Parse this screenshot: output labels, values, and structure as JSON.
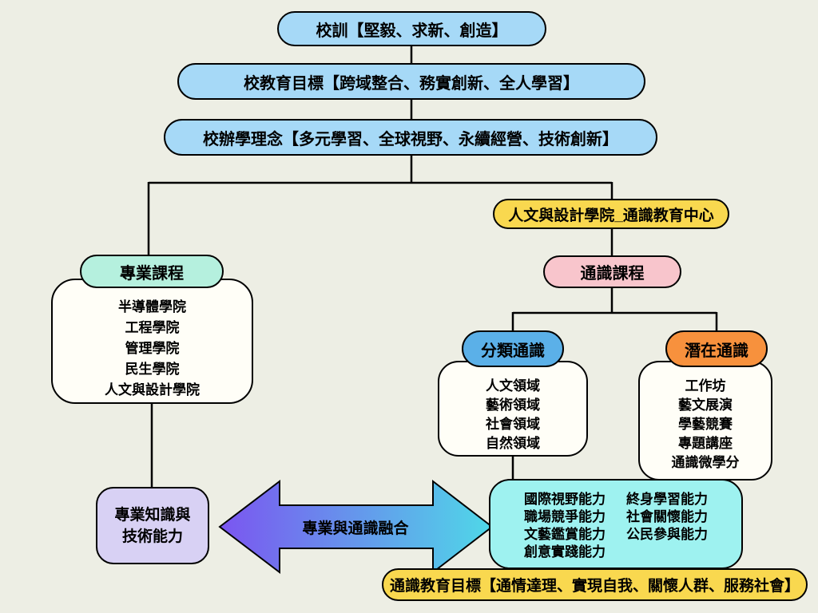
{
  "nodes": {
    "motto": "校訓【堅毅、求新、創造】",
    "edu_goal": "校教育目標【跨域整合、務實創新、全人學習】",
    "philosophy": "校辦學理念【多元學習、全球視野、永續經營、技術創新】",
    "center_unit": "人文與設計學院_通識教育中心",
    "professional_courses": "專業課程",
    "general_courses": "通識課程",
    "classified_general": "分類通識",
    "latent_general": "潛在通識",
    "professional_outcome_line1": "專業知識與",
    "professional_outcome_line2": "技術能力",
    "arrow_label": "專業與通識融合",
    "general_goal": "通識教育目標【通情達理、實現自我、關懷人群、服務社會】"
  },
  "professional_list": [
    "半導體學院",
    "工程學院",
    "管理學院",
    "民生學院",
    "人文與設計學院"
  ],
  "classified_list": [
    "人文領域",
    "藝術領域",
    "社會領域",
    "自然領域"
  ],
  "latent_list": [
    "工作坊",
    "藝文展演",
    "學藝競賽",
    "專題講座",
    "通識微學分"
  ],
  "abilities_left": [
    "國際視野能力",
    "職場競爭能力",
    "文藝鑑賞能力",
    "創意實踐能力"
  ],
  "abilities_right": [
    "終身學習能力",
    "社會關懷能力",
    "公民參與能力"
  ],
  "colors": {
    "background": "#edeee4",
    "level_pill_blue": "#a6d9f7",
    "yellow": "#f9d84f",
    "mint": "#b5f0de",
    "pink": "#f8c5cc",
    "blue": "#5bb0e8",
    "orange": "#f7913d",
    "purple": "#d8d1f4",
    "cyan": "#9ef2f0",
    "arrow_gradient_start": "#7b55f0",
    "arrow_gradient_end": "#4fd8e8",
    "line": "#000000"
  }
}
